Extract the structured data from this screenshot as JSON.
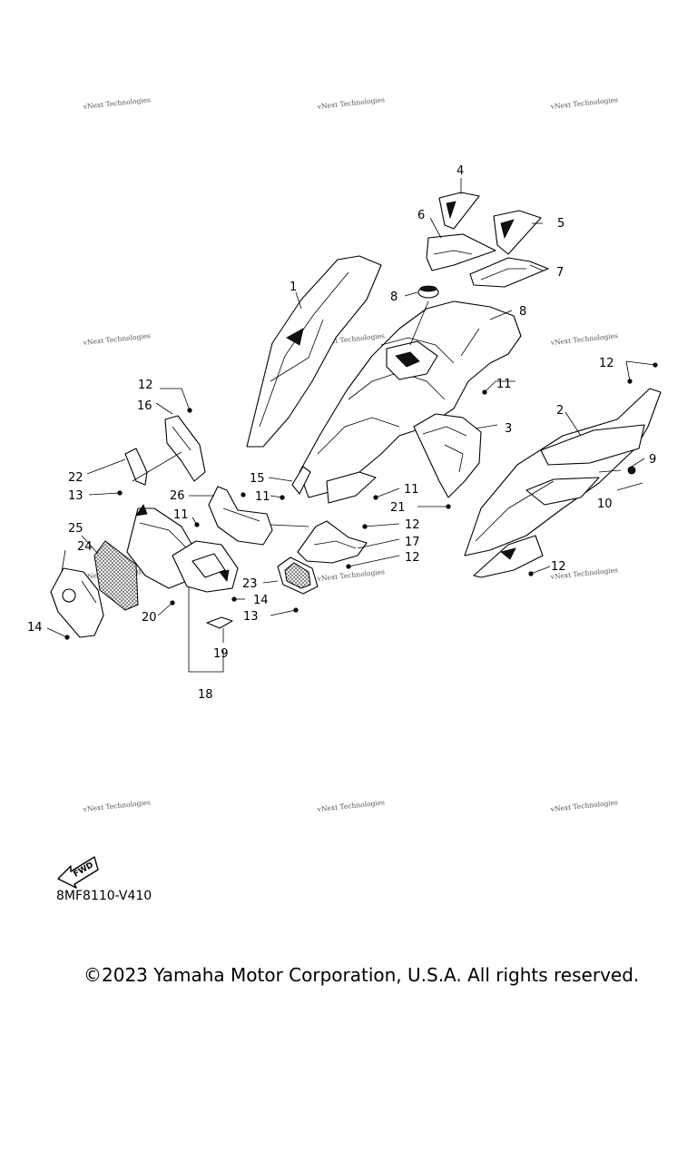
{
  "diagram": {
    "watermark_text": "vNext Technologies",
    "fwd_badge": "FWD",
    "diagram_code": "8MF8110-V410",
    "copyright": "©2023 Yamaha Motor Corporation, U.S.A. All rights reserved.",
    "callouts": {
      "c1": "1",
      "c2": "2",
      "c3": "3",
      "c4": "4",
      "c5": "5",
      "c6": "6",
      "c7": "7",
      "c8a": "8",
      "c8b": "8",
      "c9": "9",
      "c10": "10",
      "c11a": "11",
      "c11b": "11",
      "c11c": "11",
      "c11d": "11",
      "c12a": "12",
      "c12b": "12",
      "c12c": "12",
      "c12d": "12",
      "c12e": "12",
      "c13a": "13",
      "c13b": "13",
      "c14a": "14",
      "c14b": "14",
      "c15": "15",
      "c16": "16",
      "c17": "17",
      "c18": "18",
      "c19": "19",
      "c20": "20",
      "c21": "21",
      "c22": "22",
      "c23": "23",
      "c24": "24",
      "c25": "25",
      "c26": "26"
    }
  }
}
